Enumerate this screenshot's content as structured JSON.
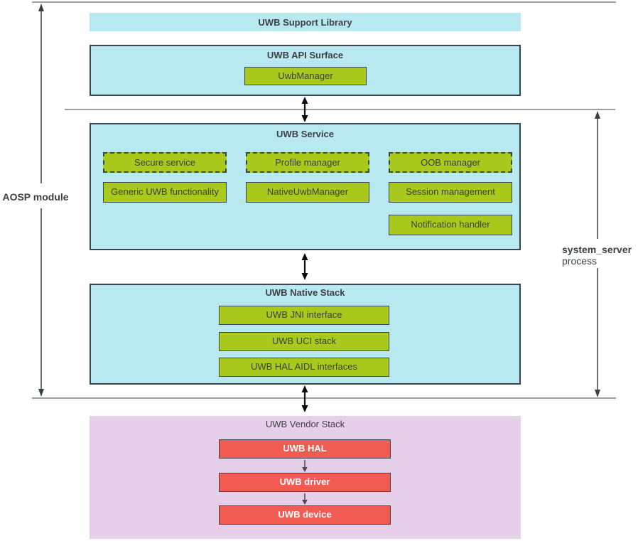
{
  "layers": {
    "support_library": {
      "title": "UWB Support Library"
    },
    "api_surface": {
      "title": "UWB API Surface",
      "modules": [
        "UwbManager"
      ]
    },
    "service": {
      "title": "UWB Service",
      "dashed_modules": [
        "Secure service",
        "Profile manager",
        "OOB manager"
      ],
      "solid_modules": [
        "Generic UWB functionality",
        "NativeUwbManager",
        "Session management",
        "Notification handler"
      ]
    },
    "native_stack": {
      "title": "UWB Native Stack",
      "modules": [
        "UWB JNI interface",
        "UWB UCI stack",
        "UWB HAL AIDL interfaces"
      ]
    },
    "vendor_stack": {
      "title": "UWB Vendor Stack",
      "modules": [
        "UWB HAL",
        "UWB driver",
        "UWB device"
      ]
    }
  },
  "annotations": {
    "aosp_module": "AOSP module",
    "system_server": "system_server",
    "process": "process"
  },
  "colors": {
    "layer_cyan": "#b8e9f0",
    "module_green": "#a9c91d",
    "vendor_pink": "#e6cfe9",
    "vendor_red": "#f25b52",
    "border_dark": "#37474f",
    "text_dark": "#3c4043",
    "divider_gray": "#9aa0a6"
  }
}
